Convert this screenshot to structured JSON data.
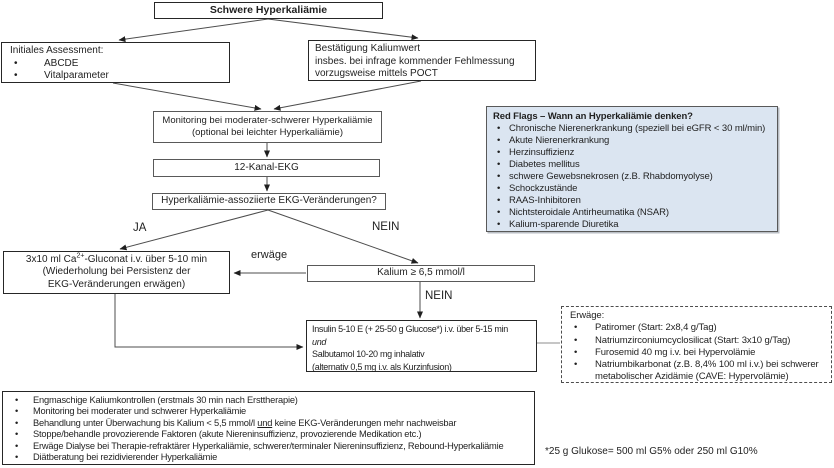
{
  "nodes": {
    "start": {
      "label": "Schwere Hyperkaliämie"
    },
    "assessment": {
      "title": "Initiales Assessment:",
      "bullets": [
        "ABCDE",
        "Vitalparameter"
      ]
    },
    "confirmation": {
      "line1": "Bestätigung Kaliumwert",
      "line2": "insbes. bei infrage kommender Fehlmessung",
      "line3": "vorzugsweise mittels POCT"
    },
    "monitoring": {
      "line1": "Monitoring bei moderater-schwerer Hyperkaliämie",
      "line2": "(optional bei leichter Hyperkaliämie)"
    },
    "ekg": {
      "label": "12-Kanal-EKG"
    },
    "question": {
      "label": "Hyperkaliämie-assoziierte EKG-Veränderungen?"
    },
    "calcium": {
      "line1_pre": "3x10 ml Ca",
      "line1_sup": "2+",
      "line1_post": "-Gluconat i.v. über 5-10 min",
      "line2": "(Wiederholung bei Persistenz der",
      "line3": "EKG-Veränderungen erwägen)"
    },
    "kalium": {
      "label": "Kalium ≥ 6,5 mmol/l"
    },
    "insulin": {
      "line1": "Insulin 5-10 E (+ 25-50 g Glucose*) i.v. über 5-15 min",
      "line2": "und",
      "line3": "Salbutamol 10-20 mg inhalativ",
      "line4": "(alternativ 0,5 mg i.v. als Kurzinfusion)"
    },
    "redflags": {
      "title": "Red Flags – Wann an Hyperkaliämie denken?",
      "bullets": [
        "Chronische Nierenerkrankung (speziell bei eGFR < 30 ml/min)",
        "Akute Nierenerkrankung",
        "Herzinsuffizienz",
        "Diabetes mellitus",
        "schwere Gewebsnekrosen (z.B. Rhabdomyolyse)",
        "Schockzustände",
        "RAAS-Inhibitoren",
        "Nichtsteroidale Antirheumatika (NSAR)",
        "Kalium-sparende Diuretika"
      ]
    },
    "consider": {
      "title": "Erwäge:",
      "bullets": [
        "Patiromer (Start: 2x8,4 g/Tag)",
        "Natriumzirconiumcyclosilicat (Start: 3x10 g/Tag)",
        "Furosemid 40 mg i.v. bei Hypervolämie"
      ],
      "bullet4_line1": "Natriumbikarbonat (z.B. 8,4% 100 ml i.v.) bei schwerer",
      "bullet4_line2": "metabolischer Azidämie (CAVE: Hypervolämie)"
    },
    "followup": {
      "b1": "Engmaschige Kaliumkontrollen (erstmals 30 min nach Ersttherapie)",
      "b2": "Monitoring bei moderater und schwerer Hyperkaliämie",
      "b3_pre": "Behandlung unter Überwachung bis Kalium < 5,5 mmol/l ",
      "b3_underlined": "und",
      "b3_post": " keine EKG-Veränderungen mehr nachweisbar",
      "b4": "Stoppe/behandle provozierende Faktoren (akute Niereninsuffizienz, provozierende Medikation etc.)",
      "b5": "Erwäge Dialyse bei Therapie-refraktärer Hyperkaliämie, schwerer/terminaler Niereninsuffizienz, Rebound-Hyperkaliämie",
      "b6": "Diätberatung bei rezidivierender Hyperkaliämie"
    }
  },
  "edge_labels": {
    "ja": "JA",
    "nein_upper": "NEIN",
    "erwaege": "erwäge",
    "nein_lower": "NEIN"
  },
  "footnote": "*25 g Glukose= 500 ml G5% oder 250 ml G10%",
  "colors": {
    "redflags_bg": "#dbe5f1",
    "box_border": "#333333",
    "arrow": "#4d4d4d"
  }
}
